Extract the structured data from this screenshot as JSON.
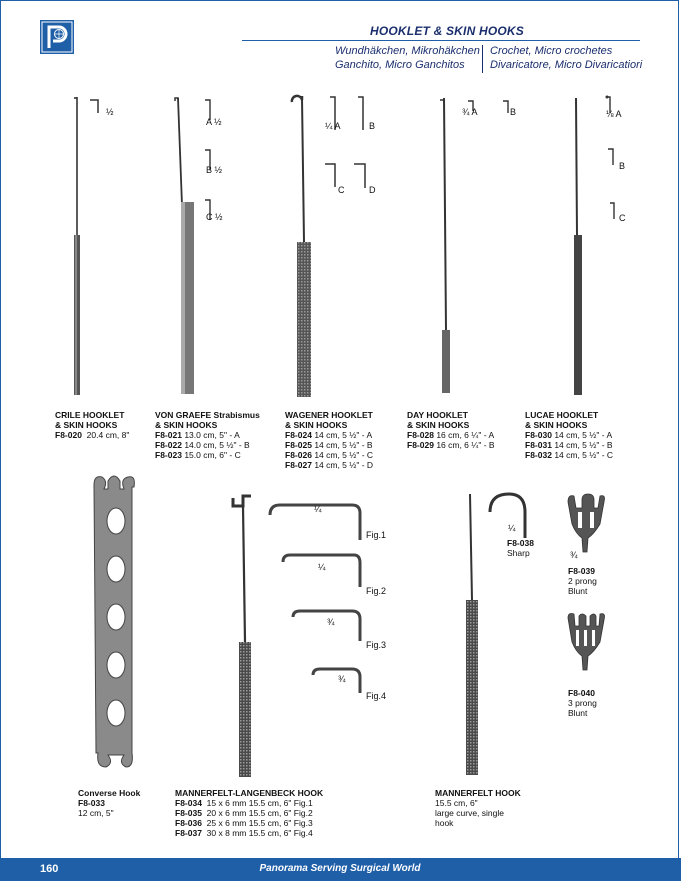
{
  "header": {
    "title": "HOOKLET & SKIN HOOKS",
    "subtitle_left_1": "Wundhäkchen, Mikrohäkchen",
    "subtitle_left_2": "Ganchito, Micro Ganchitos",
    "subtitle_right_1": "Crochet, Micro crochetes",
    "subtitle_right_2": "Divaricatore, Micro Divaricatiori"
  },
  "icons": {
    "logo": "panorama-logo-icon"
  },
  "colors": {
    "brand_blue": "#1f5fa8",
    "title_navy": "#1b2f6e"
  },
  "products": {
    "crile": {
      "name1": "CRILE HOOKLET",
      "name2": "& SKIN HOOKS",
      "rows": [
        {
          "code": "F8-020",
          "spec": "20.4 cm, 8\""
        }
      ],
      "tips": {
        "a": "½"
      }
    },
    "von_graefe": {
      "name1": "VON GRAEFE Strabismus",
      "name2": "& SKIN HOOKS",
      "rows": [
        {
          "code": "F8-021",
          "spec": "13.0 cm, 5\"     - A"
        },
        {
          "code": "F8-022",
          "spec": "14.0 cm, 5 ½\" - B"
        },
        {
          "code": "F8-023",
          "spec": "15.0 cm, 6\"     - C"
        }
      ],
      "tips": {
        "a": "A ½",
        "b": "B ½",
        "c": "C ½"
      }
    },
    "wagener": {
      "name1": "WAGENER HOOKLET",
      "name2": "& SKIN HOOKS",
      "rows": [
        {
          "code": "F8-024",
          "spec": "14 cm,  5 ½\" - A"
        },
        {
          "code": "F8-025",
          "spec": "14 cm,  5 ½\" - B"
        },
        {
          "code": "F8-026",
          "spec": "14 cm,  5 ½\" - C"
        },
        {
          "code": "F8-027",
          "spec": "14 cm,  5 ½\" - D"
        }
      ],
      "tips": {
        "a": "¼ A",
        "b": "B",
        "c": "C",
        "d": "D"
      }
    },
    "day": {
      "name1": "DAY HOOKLET",
      "name2": "& SKIN HOOKS",
      "rows": [
        {
          "code": "F8-028",
          "spec": "16 cm, 6 ¼\" - A"
        },
        {
          "code": "F8-029",
          "spec": "16 cm, 6 ¼\" - B"
        }
      ],
      "tips": {
        "a": "¾ A",
        "b": "B"
      }
    },
    "lucae": {
      "name1": "LUCAE HOOKLET",
      "name2": "& SKIN HOOKS",
      "rows": [
        {
          "code": "F8-030",
          "spec": "14 cm,  5 ½\" - A"
        },
        {
          "code": "F8-031",
          "spec": "14 cm,  5 ½\" - B"
        },
        {
          "code": "F8-032",
          "spec": "14 cm,  5 ½\" - C"
        }
      ],
      "tips": {
        "a": "⅛ A",
        "b": "B",
        "c": "C"
      }
    },
    "converse": {
      "name1": "Converse Hook",
      "code": "F8-033",
      "spec": "12 cm, 5\""
    },
    "mannerfelt_langenbeck": {
      "name1": "MANNERFELT-LANGENBECK HOOK",
      "rows": [
        {
          "code": "F8-034",
          "spec": "15 x 6 mm  15.5 cm, 6\" Fig.1"
        },
        {
          "code": "F8-035",
          "spec": "20 x 6 mm  15.5 cm, 6\" Fig.2"
        },
        {
          "code": "F8-036",
          "spec": "25 x 6 mm  15.5 cm, 6\" Fig.3"
        },
        {
          "code": "F8-037",
          "spec": "30 x 8 mm  15.5 cm, 6\" Fig.4"
        }
      ],
      "figs": [
        {
          "label": "Fig.1",
          "scale": "¼"
        },
        {
          "label": "Fig.2",
          "scale": "¼"
        },
        {
          "label": "Fig.3",
          "scale": "¾"
        },
        {
          "label": "Fig.4",
          "scale": "¾"
        }
      ]
    },
    "mannerfelt": {
      "name1": "MANNERFELT HOOK",
      "spec1": "15.5 cm, 6\"",
      "spec2": "large curve, single",
      "spec3": "hook",
      "sharp_code": "F8-038",
      "sharp_label": "Sharp",
      "sharp_scale": "¼"
    },
    "blunt2": {
      "code": "F8-039",
      "l1": "2 prong",
      "l2": "Blunt",
      "scale": "¾"
    },
    "blunt3": {
      "code": "F8-040",
      "l1": "3 prong",
      "l2": "Blunt"
    }
  },
  "footer": {
    "page": "160",
    "tagline": "Panorama Serving Surgical World"
  }
}
